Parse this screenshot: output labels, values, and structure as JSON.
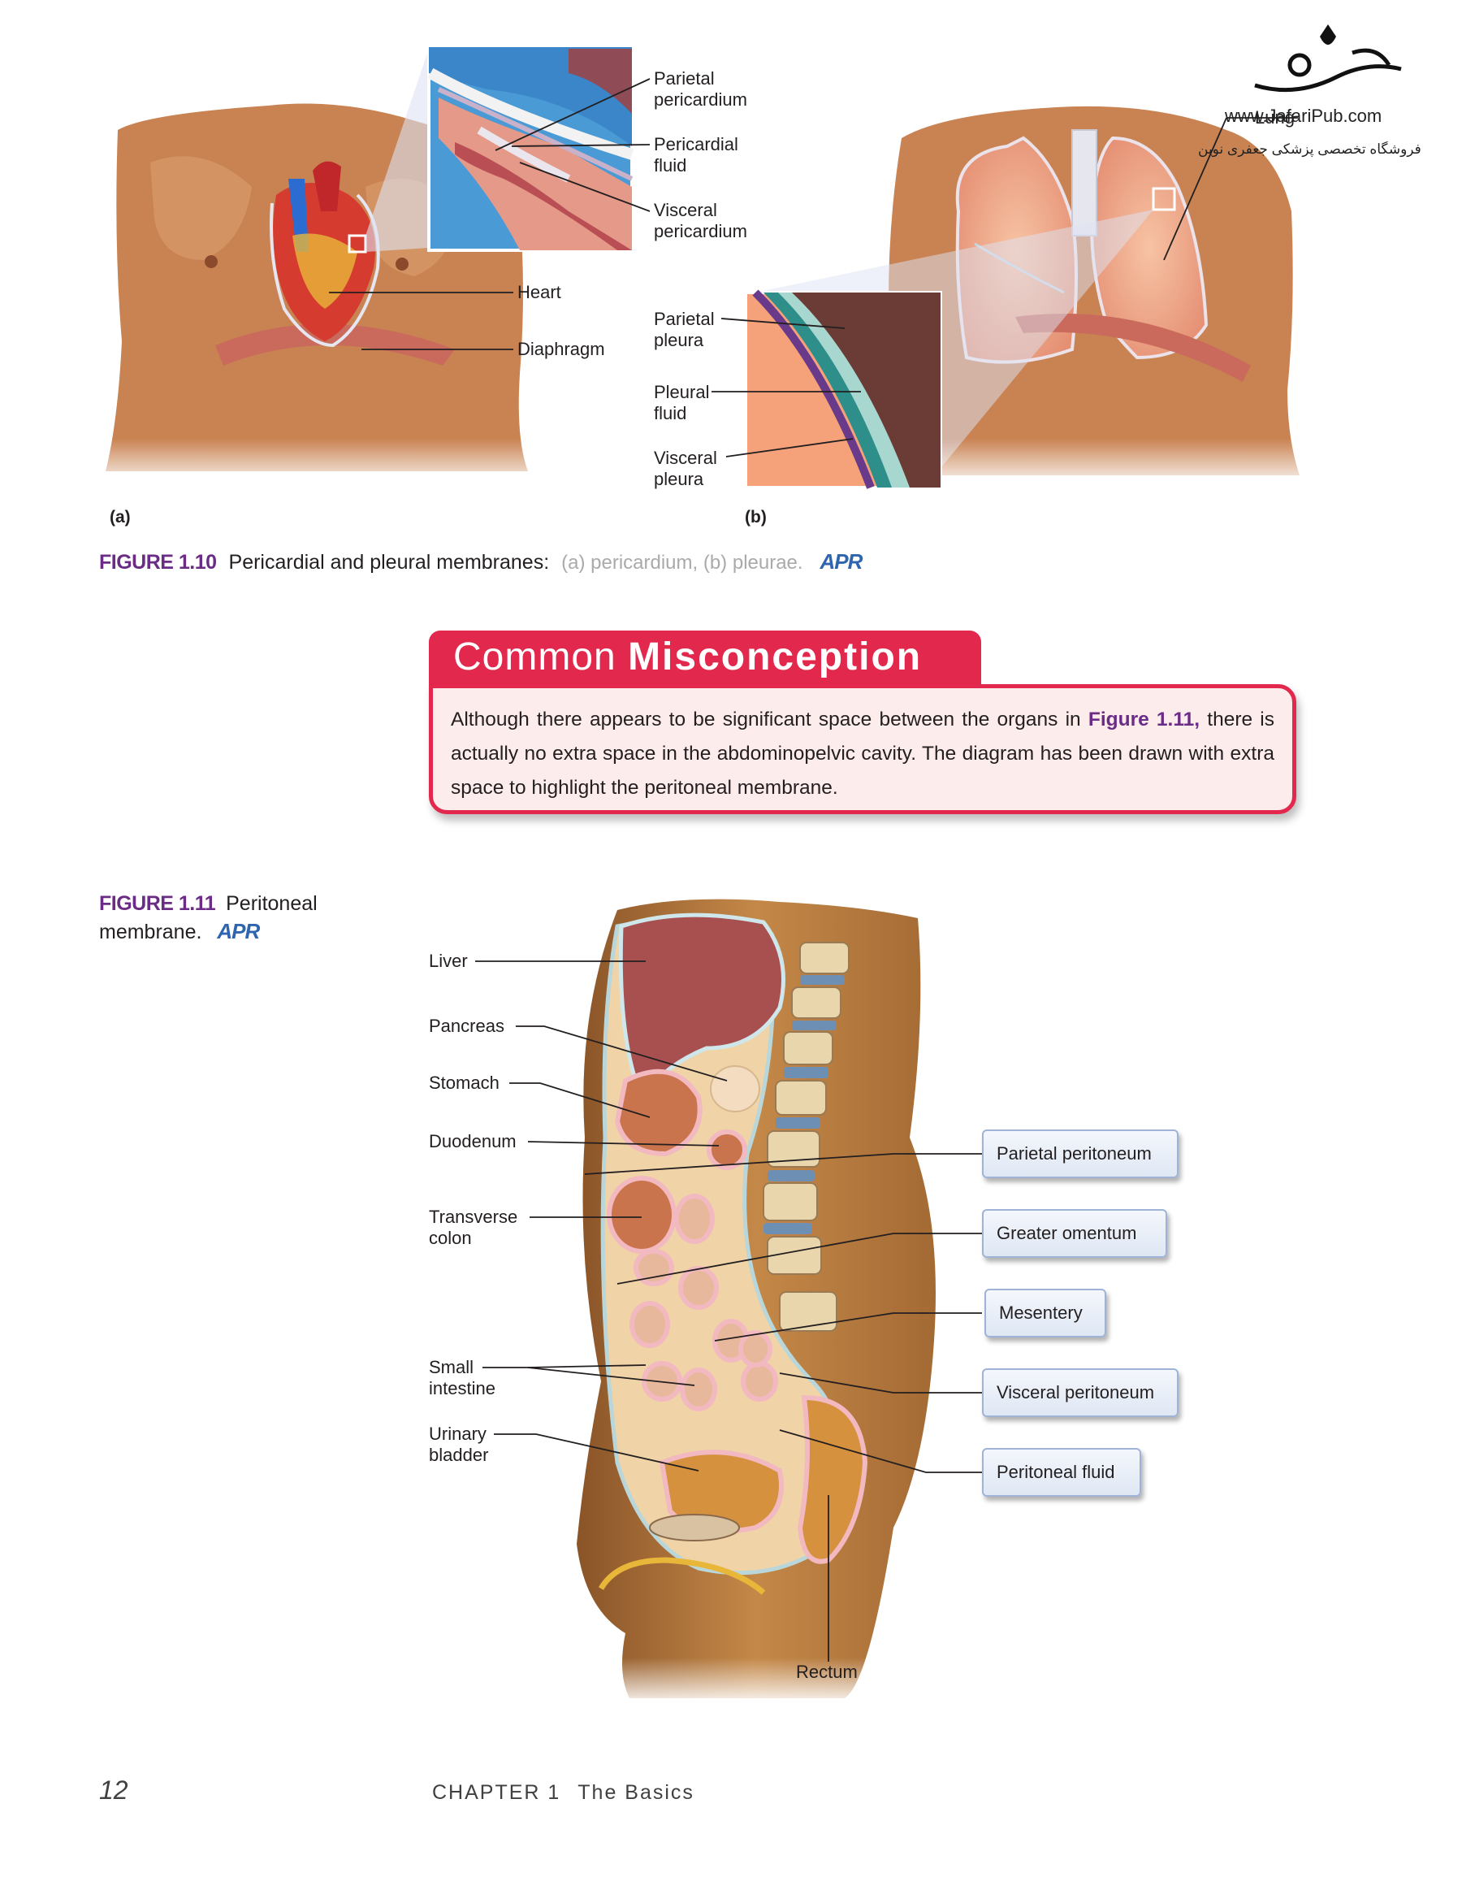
{
  "watermark": {
    "site": "www.JafariPub.com",
    "subtitle": "فروشگاه تخصصی پزشکی جعفری نوین"
  },
  "figure_1_10": {
    "labels": {
      "parietal_pericardium": "Parietal\npericardium",
      "pericardial_fluid": "Pericardial\nfluid",
      "visceral_pericardium": "Visceral\npericardium",
      "heart": "Heart",
      "diaphragm": "Diaphragm",
      "parietal_pleura": "Parietal\npleura",
      "pleural_fluid": "Pleural\nfluid",
      "visceral_pleura": "Visceral\npleura",
      "lung": "Lung"
    },
    "panel_a": "(a)",
    "panel_b": "(b)",
    "caption_no": "FIGURE 1.10",
    "caption_text": "Pericardial and pleural membranes:",
    "caption_parts": "(a) pericardium, (b) pleurae.",
    "apr": "APR"
  },
  "misconception": {
    "title_light": "Common",
    "title_bold": "Misconception",
    "text_before": "Although there appears to be significant space between the organs in ",
    "text_link": "Figure 1.11,",
    "text_after": " there is actually no extra space in the abdominopelvic cavity. The diagram has been drawn with extra space to highlight the peritoneal membrane."
  },
  "figure_1_11": {
    "caption_no": "FIGURE 1.11",
    "caption_text": "Peritoneal",
    "caption_text2": "membrane.",
    "apr": "APR",
    "left_labels": {
      "liver": "Liver",
      "pancreas": "Pancreas",
      "stomach": "Stomach",
      "duodenum": "Duodenum",
      "transverse_colon": "Transverse\ncolon",
      "small_intestine": "Small\nintestine",
      "urinary_bladder": "Urinary\nbladder",
      "rectum": "Rectum"
    },
    "right_labels": {
      "parietal_peritoneum": "Parietal peritoneum",
      "greater_omentum": "Greater omentum",
      "mesentery": "Mesentery",
      "visceral_peritoneum": "Visceral peritoneum",
      "peritoneal_fluid": "Peritoneal fluid"
    }
  },
  "footer": {
    "page_number": "12",
    "chapter": "CHAPTER 1",
    "chapter_title": "The Basics"
  }
}
